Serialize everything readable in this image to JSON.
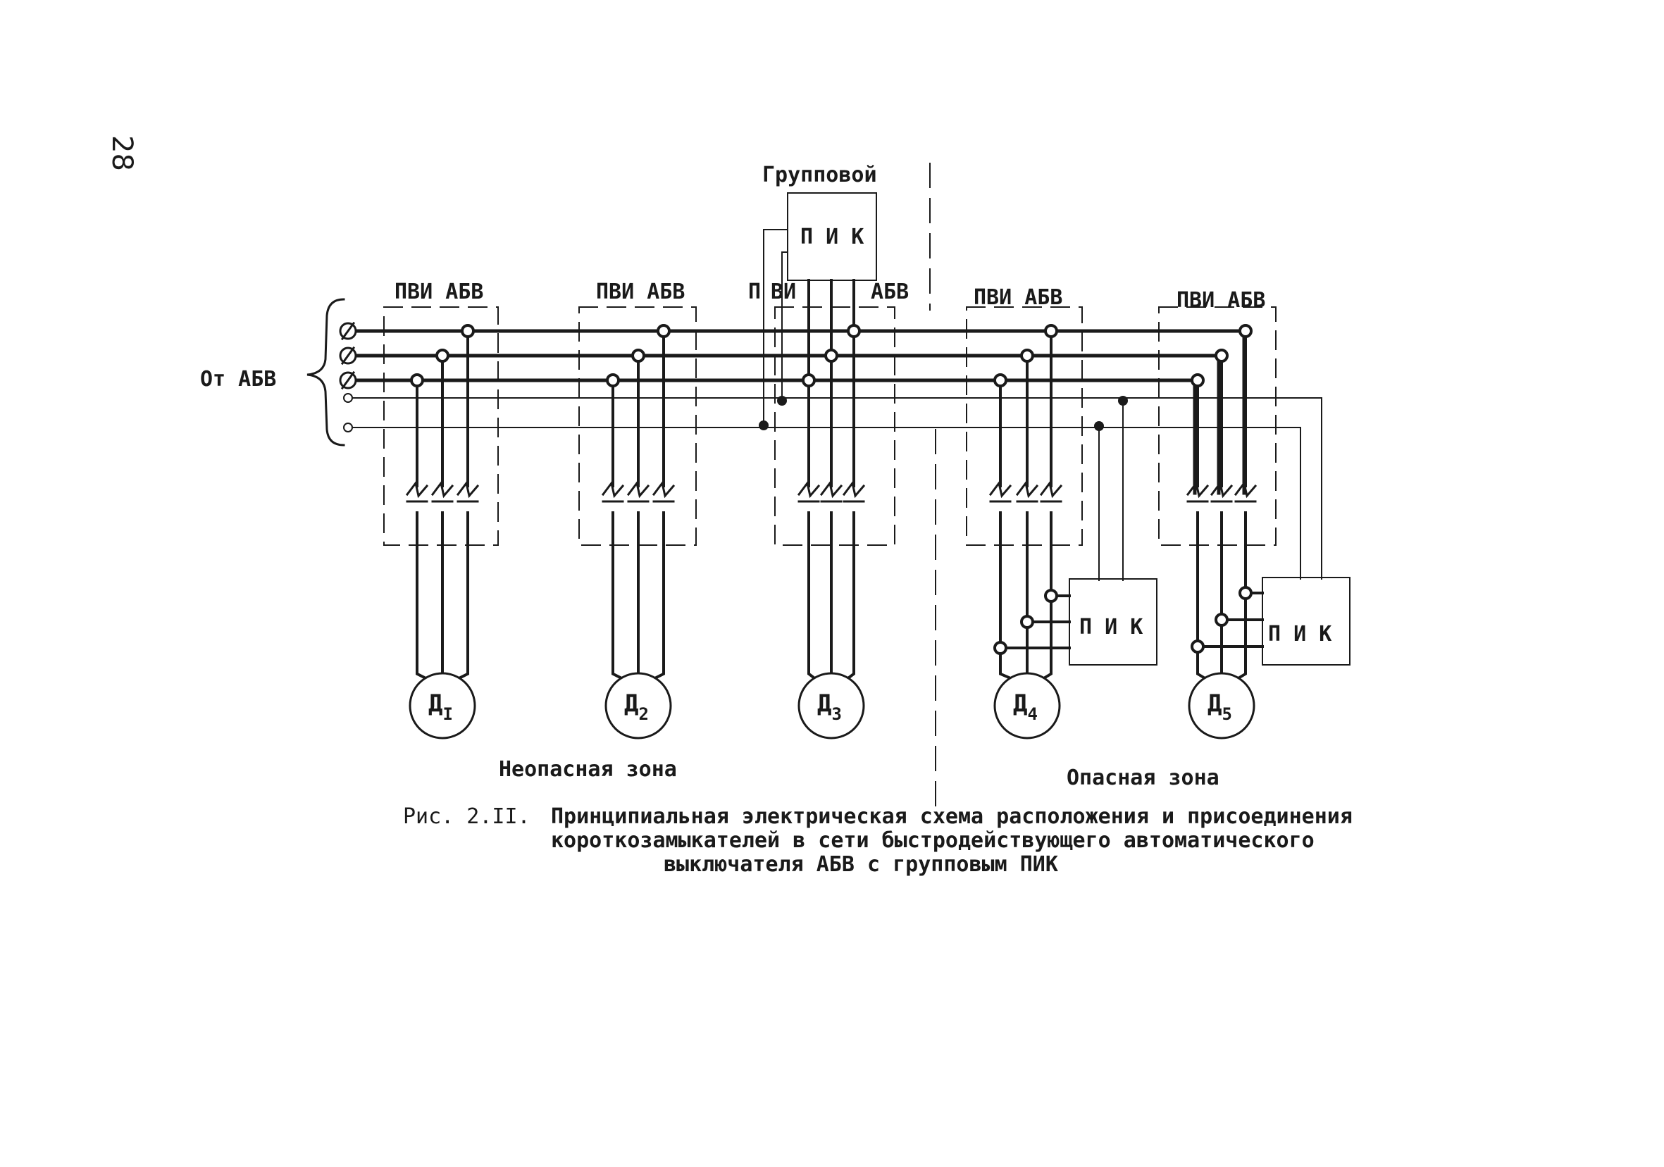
{
  "page_number": "28",
  "labels": {
    "group_title": "Групповой",
    "pik": "П И К",
    "source": "От АБВ",
    "pvi_abv": "ПВИ АБВ",
    "p": "П",
    "vi": "ВИ",
    "abv": "АБВ",
    "safe_zone": "Неопасная зона",
    "danger_zone": "Опасная зона"
  },
  "motors": [
    {
      "letter": "Д",
      "sub": "I"
    },
    {
      "letter": "Д",
      "sub": "2"
    },
    {
      "letter": "Д",
      "sub": "3"
    },
    {
      "letter": "Д",
      "sub": "4"
    },
    {
      "letter": "Д",
      "sub": "5"
    }
  ],
  "caption": {
    "fig": "Рис. 2.II.",
    "line1": "Принципиальная электрическая схема расположения и присоединения",
    "line2": "короткозамыкателей в сети быстродействующего автоматического",
    "line3": "выключателя АБВ с групповым ПИК"
  }
}
